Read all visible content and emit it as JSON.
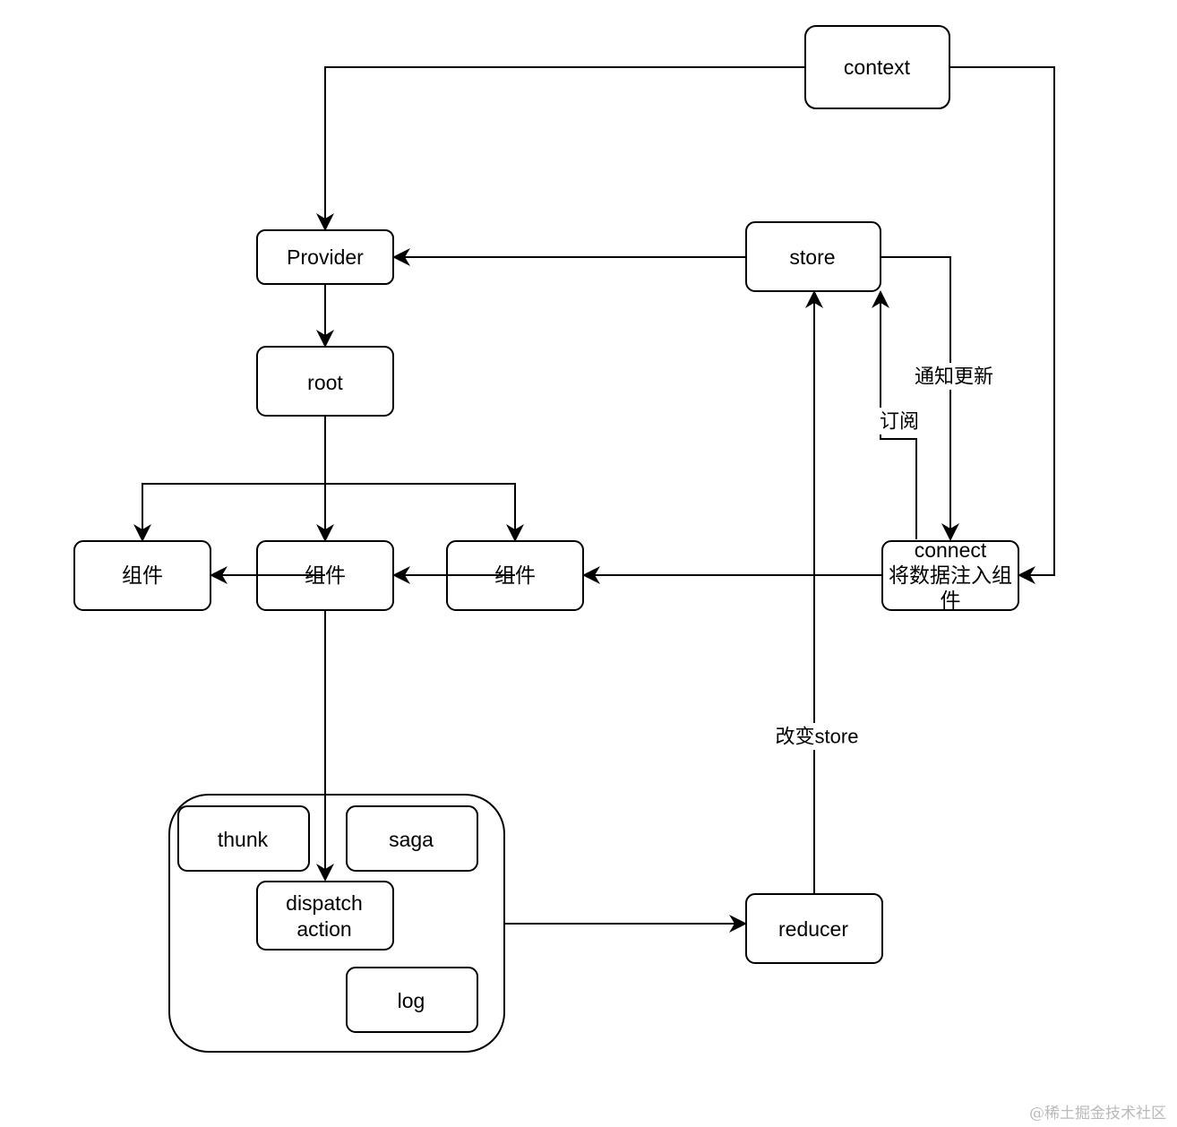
{
  "nodes": {
    "context": "context",
    "provider": "Provider",
    "store": "store",
    "root": "root",
    "component_left": "组件",
    "component_mid": "组件",
    "component_right": "组件",
    "connect_line1": "connect",
    "connect_line2": "将数据注入组",
    "connect_line3": "件",
    "thunk": "thunk",
    "saga": "saga",
    "dispatch_line1": "dispatch",
    "dispatch_line2": "action",
    "log": "log",
    "reducer": "reducer"
  },
  "edge_labels": {
    "notify_update": "通知更新",
    "subscribe": "订阅",
    "change_store": "改变store"
  },
  "watermark": "@稀土掘金技术社区"
}
